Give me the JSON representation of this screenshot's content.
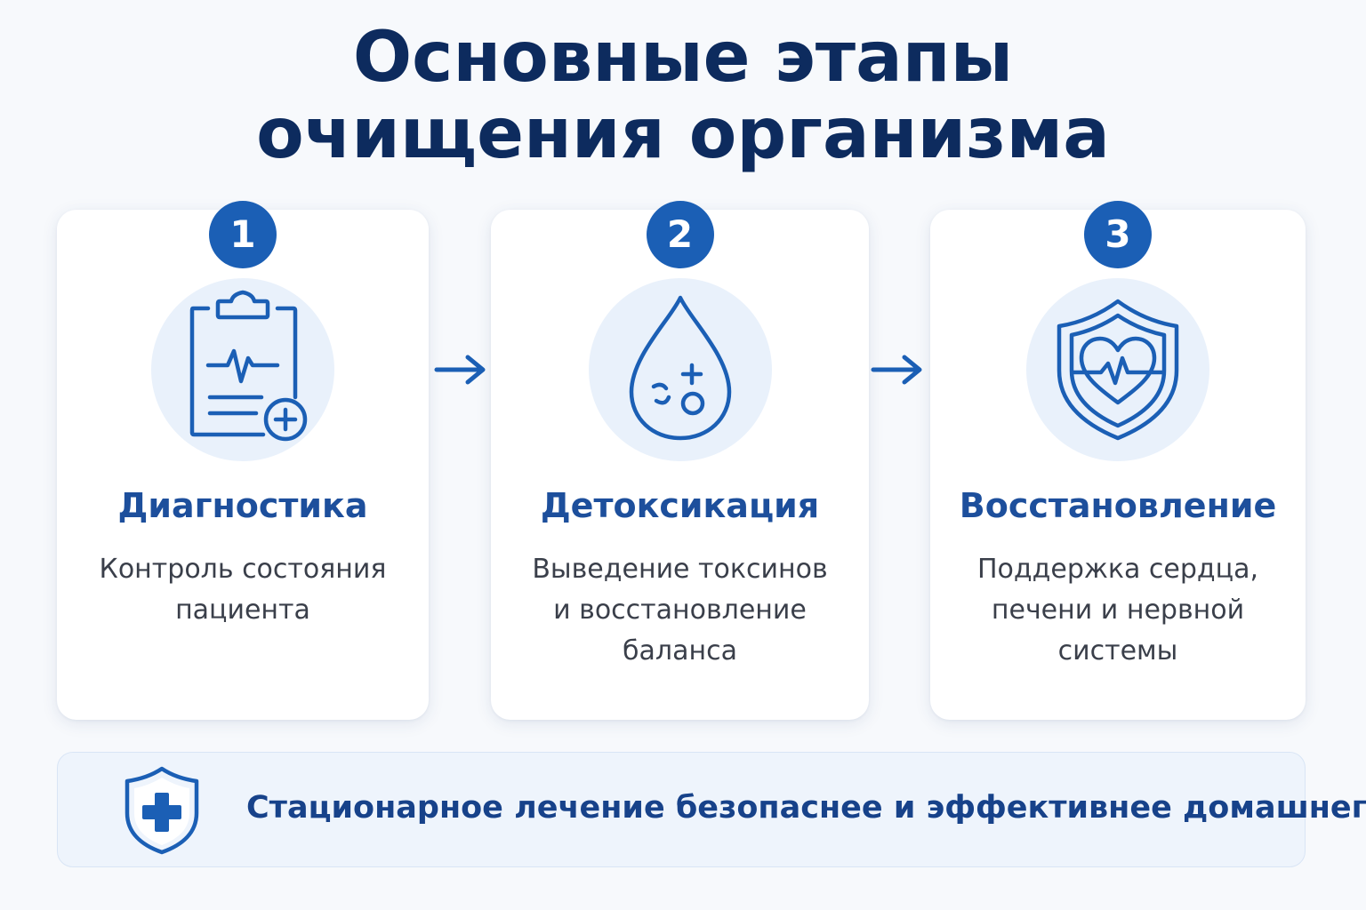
{
  "title": {
    "line1": "Основные этапы",
    "line2": "очищения организма"
  },
  "steps": [
    {
      "number": "1",
      "icon": "clipboard-heartbeat-plus-icon",
      "title": "Диагностика",
      "description_lines": [
        "Контроль состояния",
        "пациента"
      ]
    },
    {
      "number": "2",
      "icon": "water-drop-icon",
      "title": "Детоксикация",
      "description_lines": [
        "Выведение токсинов",
        "и восстановление",
        "баланса"
      ]
    },
    {
      "number": "3",
      "icon": "shield-heart-pulse-icon",
      "title": "Восстановление",
      "description_lines": [
        "Поддержка сердца,",
        "печени и нервной",
        "системы"
      ]
    }
  ],
  "connectors": [
    "arrow-right-icon",
    "arrow-right-icon"
  ],
  "footer": {
    "icon": "shield-cross-icon",
    "text": "Стационарное лечение безопаснее и эффективнее домашнего"
  },
  "colors": {
    "title": "#0d2b5e",
    "accent": "#1b5fb5",
    "card_title": "#1d4f9c",
    "icon_background": "#e9f1fb",
    "footer_background": "#eef4fc",
    "footer_text": "#17428a"
  }
}
